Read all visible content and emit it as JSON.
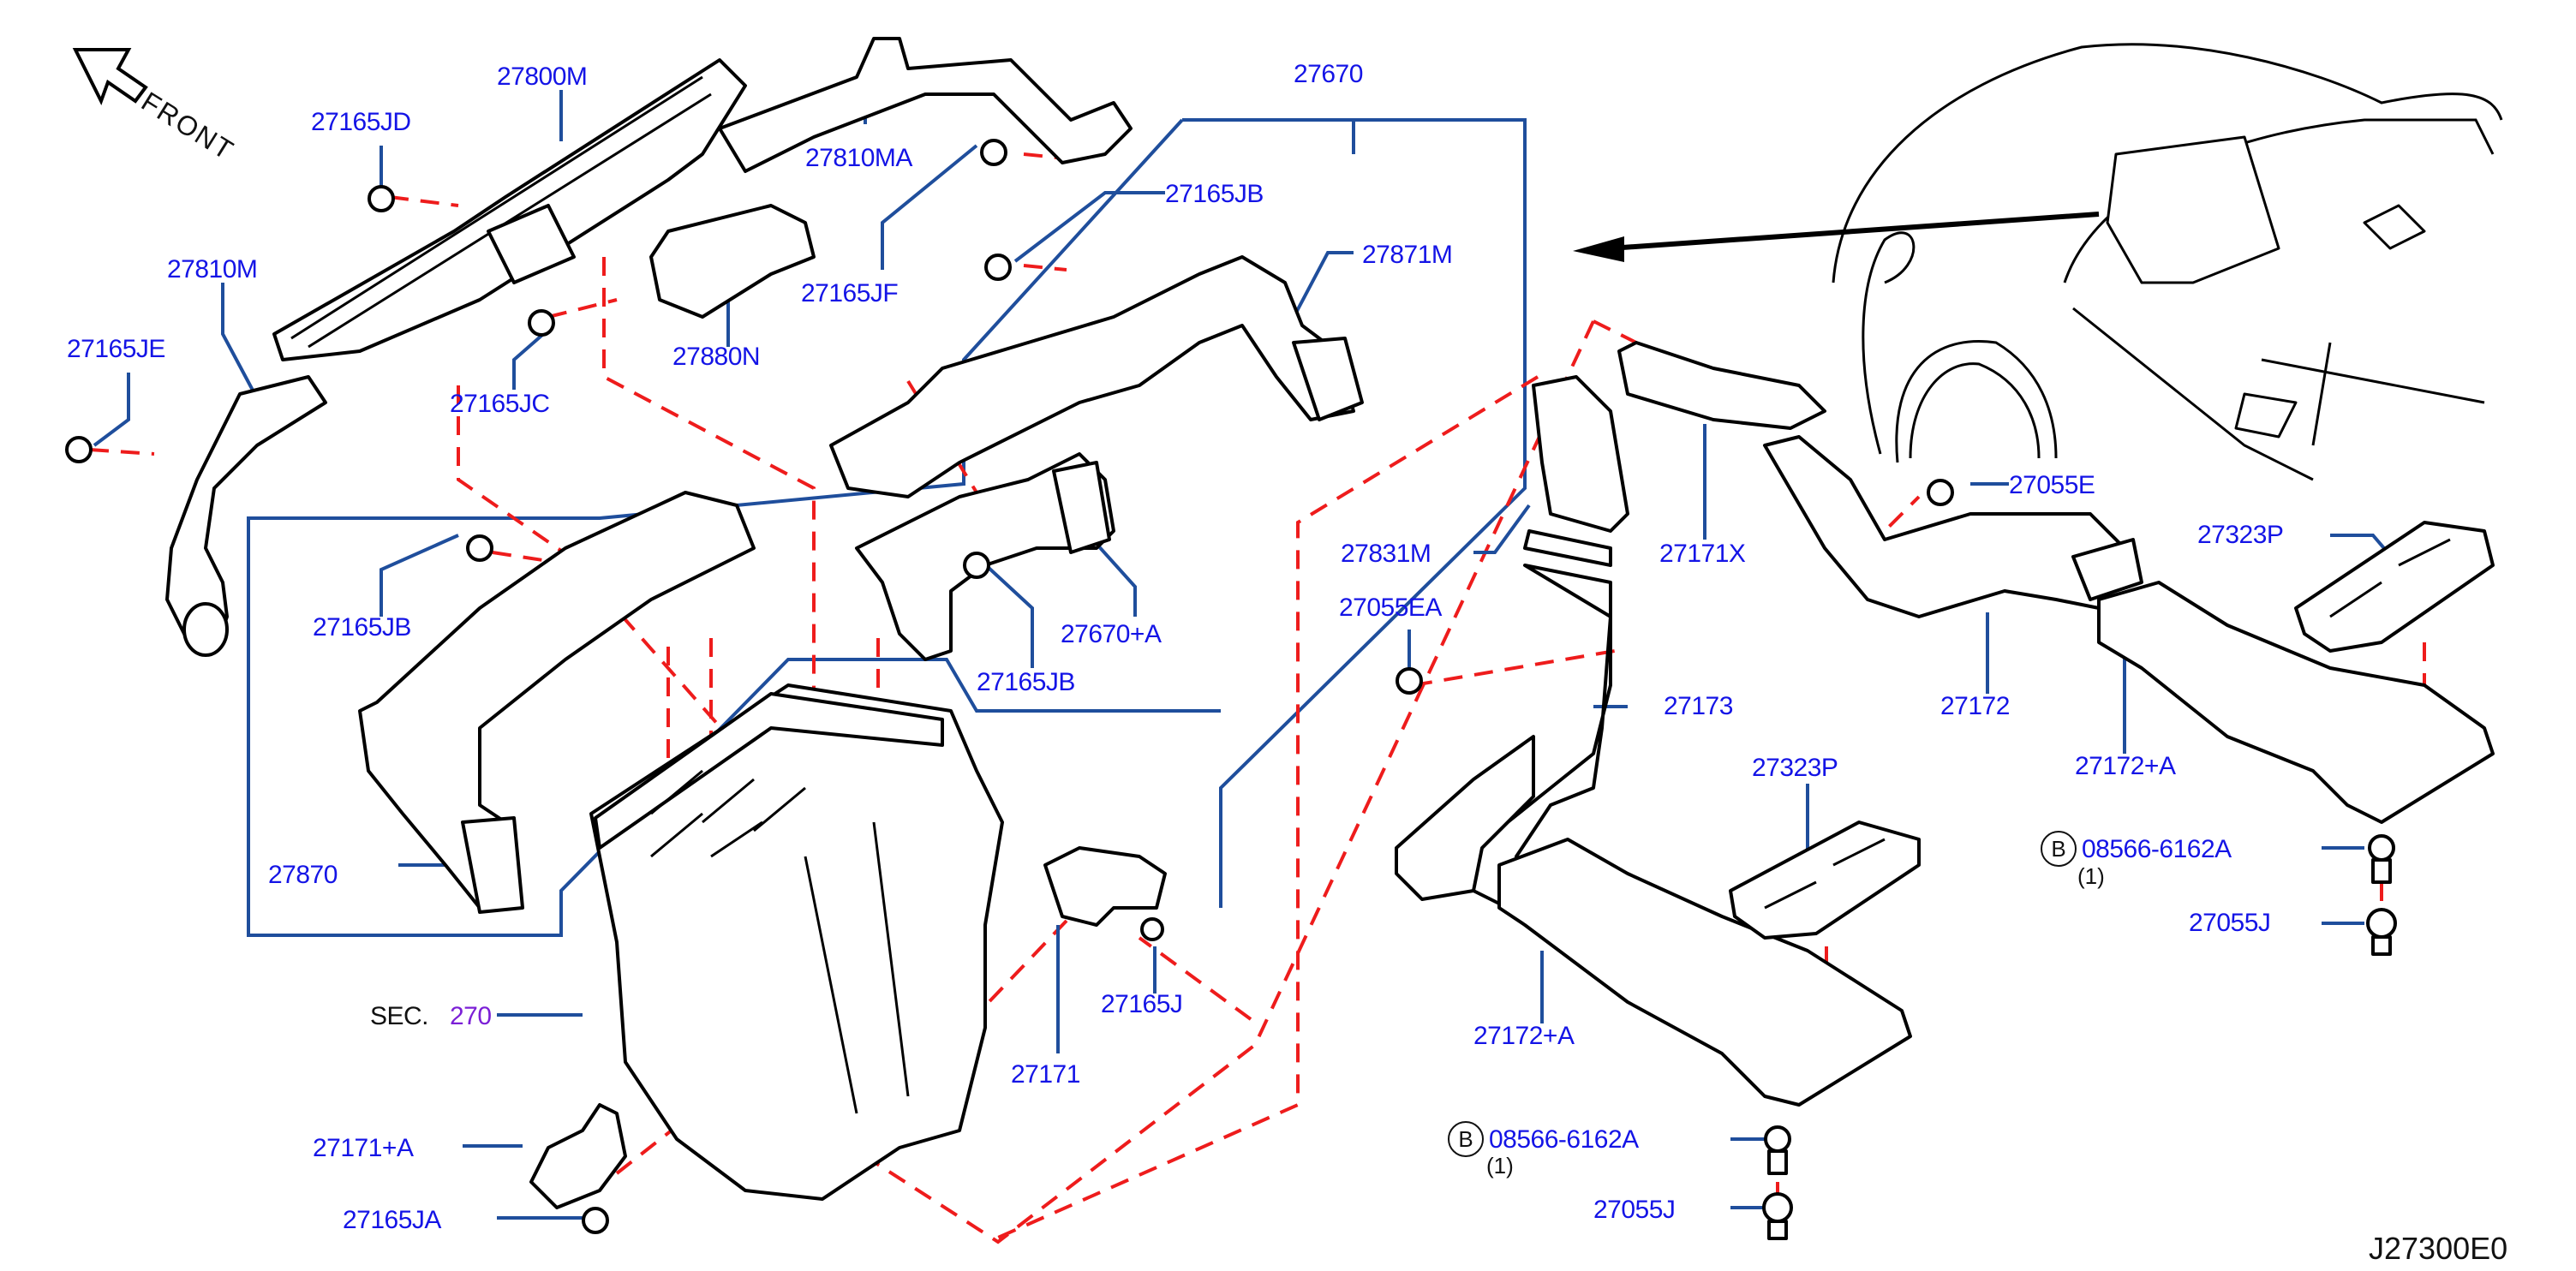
{
  "diagram": {
    "title_code": "J27300E0",
    "front_indicator": "FRONT",
    "section_ref": {
      "prefix": "SEC.",
      "number": "270"
    },
    "colors": {
      "part_label": "#1414e6",
      "leader_line": "#1f4e9c",
      "assembly_dash": "#ee1c1c",
      "section_number": "#7b1fd6",
      "outline": "#000000"
    },
    "labels": {
      "p27800M": "27800M",
      "p27165JD": "27165JD",
      "p27810MA": "27810MA",
      "p27810M": "27810M",
      "p27165JE": "27165JE",
      "p27165JC": "27165JC",
      "p27880N": "27880N",
      "p27165JF": "27165JF",
      "p27670": "27670",
      "p27165JB_top": "27165JB",
      "p27871M": "27871M",
      "p27165JB_left": "27165JB",
      "p27670A": "27670+A",
      "p27165JB_mid": "27165JB",
      "p27870": "27870",
      "p27171": "27171",
      "p27165J": "27165J",
      "p27171A": "27171+A",
      "p27165JA": "27165JA",
      "p27831M": "27831M",
      "p27055EA": "27055EA",
      "p27171X": "27171X",
      "p27173": "27173",
      "p27055E": "27055E",
      "p27323P_right": "27323P",
      "p27172": "27172",
      "p27172A_right": "27172+A",
      "p27323P_mid": "27323P",
      "p27172A_mid": "27172+A",
      "p27055J_right": "27055J",
      "p27055J_mid": "27055J"
    },
    "bolt_refs": [
      {
        "badge": "B",
        "part": "08566-6162A",
        "qty": "(1)"
      },
      {
        "badge": "B",
        "part": "08566-6162A",
        "qty": "(1)"
      }
    ]
  }
}
